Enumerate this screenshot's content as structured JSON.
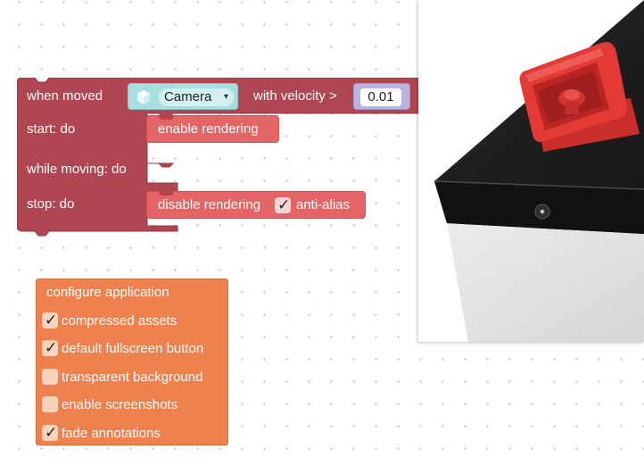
{
  "event_block": {
    "when_moved": "when moved",
    "camera_field": {
      "icon": "cube-icon",
      "value": "Camera",
      "arrow": "▾"
    },
    "with_velocity": "with velocity >",
    "velocity_value": "0.01",
    "start_do": "start: do",
    "while_moving_do": "while moving: do",
    "stop_do": "stop: do",
    "enable_rendering": "enable rendering",
    "disable_rendering": "disable rendering",
    "anti_alias": "anti-alias",
    "anti_alias_checked": true
  },
  "config_block": {
    "title": "configure application",
    "options": [
      {
        "label": "compressed assets",
        "checked": true
      },
      {
        "label": "default fullscreen button",
        "checked": true
      },
      {
        "label": "transparent background",
        "checked": false
      },
      {
        "label": "enable screenshots",
        "checked": false
      },
      {
        "label": "fade annotations",
        "checked": true
      }
    ]
  },
  "colors": {
    "event_block": "#b04651",
    "statement_block": "#e46565",
    "config_block": "#ee824f",
    "camera_field": "#a6dfe0",
    "number_field": "#b8b3df",
    "model_red": "#e33a35",
    "model_dark": "#1d1d1d"
  }
}
